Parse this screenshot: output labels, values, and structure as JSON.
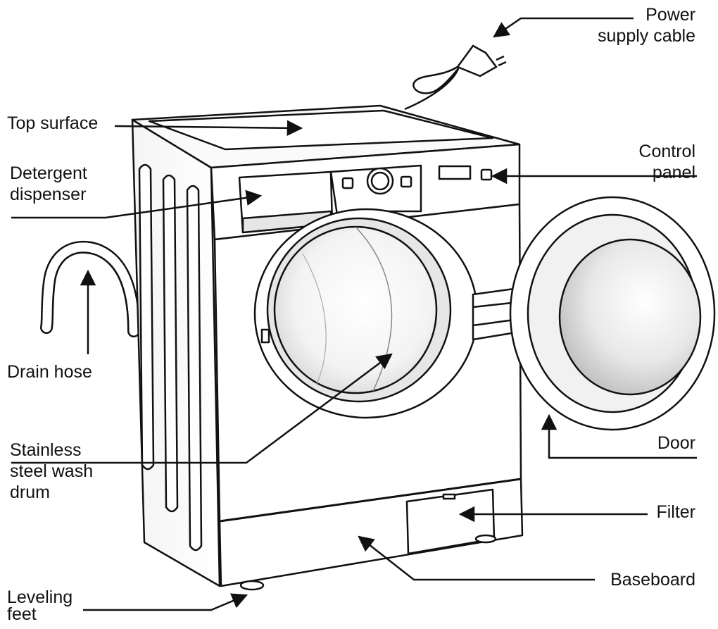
{
  "labels": {
    "power_cable": "Power\nsupply cable",
    "top_surface": "Top surface",
    "control_panel": "Control\npanel",
    "detergent_dispenser": "Detergent\ndispenser",
    "drain_hose": "Drain hose",
    "drum": "Stainless\nsteel wash\ndrum",
    "door": "Door",
    "filter": "Filter",
    "baseboard": "Baseboard",
    "leveling_feet": "Leveling\nfeet"
  },
  "colors": {
    "line": "#111111",
    "body_fill": "#ffffff",
    "shade": "#e6e6e6",
    "glass": "#f2f2f2"
  }
}
